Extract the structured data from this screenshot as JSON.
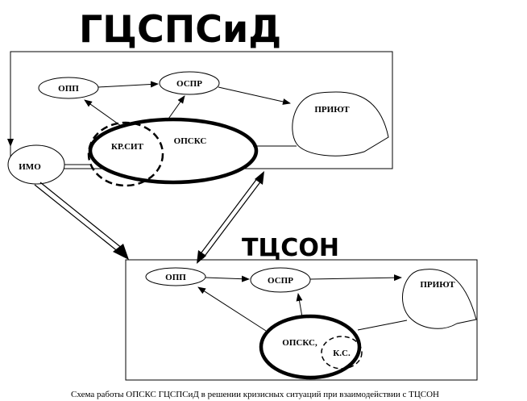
{
  "titles": {
    "top_org": "ГЦСПСиД",
    "bottom_org": "ТЦСОН"
  },
  "top_block": {
    "opp": "ОПП",
    "ospr": "ОСПР",
    "priyut": "ПРИЮТ",
    "imo": "ИМО",
    "kr_sit": "КР.СИТ",
    "opsks": "ОПСКС"
  },
  "bottom_block": {
    "opp": "ОПП",
    "ospr": "ОСПР",
    "priyut": "ПРИЮТ",
    "opsks": "ОПСКС,",
    "ks": "К.С."
  },
  "caption": "Схема работы ОПСКС ГЦСПСиД в решении кризисных ситуаций при взаимодействии с ТЦСОН"
}
